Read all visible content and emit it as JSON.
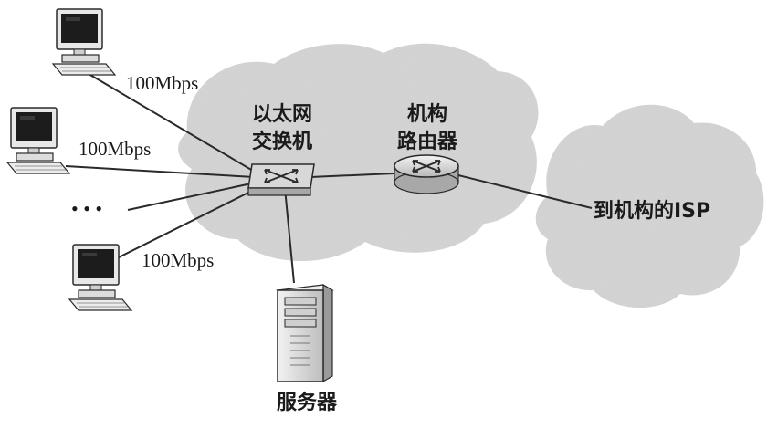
{
  "diagram": {
    "switch_label": [
      "以太网",
      "交换机"
    ],
    "router_label": [
      "机构",
      "路由器"
    ],
    "isp_label": "到机构的ISP",
    "server_label": "服务器",
    "ellipsis": "• • •",
    "links": [
      {
        "speed": "100Mbps"
      },
      {
        "speed": "100Mbps"
      },
      {
        "speed": "100Mbps"
      }
    ],
    "colors": {
      "cloud": "#d6d6d6",
      "line": "#2a2a2a",
      "monitor_screen": "#1c1c1c",
      "device_body": "#e4e4e4"
    }
  }
}
